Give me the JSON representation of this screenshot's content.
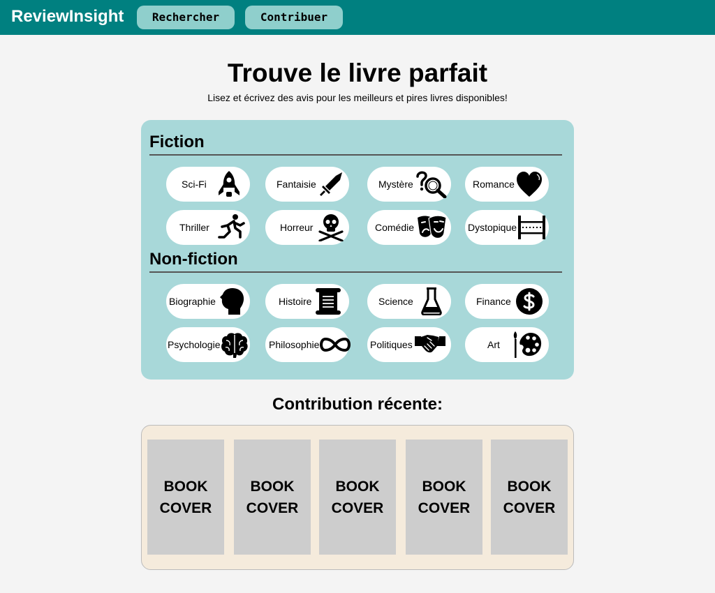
{
  "header": {
    "brand": "ReviewInsight",
    "nav": [
      {
        "label": "Rechercher"
      },
      {
        "label": "Contribuer"
      }
    ]
  },
  "hero": {
    "title": "Trouve le livre parfait",
    "subtitle": "Lisez et écrivez des avis pour les meilleurs et pires livres disponibles!"
  },
  "genres": {
    "fiction": {
      "title": "Fiction",
      "items": [
        {
          "label": "Sci-Fi",
          "icon": "rocket-icon"
        },
        {
          "label": "Fantaisie",
          "icon": "sword-icon"
        },
        {
          "label": "Mystère",
          "icon": "magnifier-question-icon"
        },
        {
          "label": "Romance",
          "icon": "heart-icon"
        },
        {
          "label": "Thriller",
          "icon": "running-person-icon"
        },
        {
          "label": "Horreur",
          "icon": "skull-crossbones-icon"
        },
        {
          "label": "Comédie",
          "icon": "theater-masks-icon"
        },
        {
          "label": "Dystopique",
          "icon": "barrier-icon"
        }
      ]
    },
    "nonfiction": {
      "title": "Non-fiction",
      "items": [
        {
          "label": "Biographie",
          "icon": "head-silhouette-icon"
        },
        {
          "label": "Histoire",
          "icon": "scroll-icon"
        },
        {
          "label": "Science",
          "icon": "flask-icon"
        },
        {
          "label": "Finance",
          "icon": "dollar-coin-icon"
        },
        {
          "label": "Psychologie",
          "icon": "brain-icon"
        },
        {
          "label": "Philosophie",
          "icon": "infinity-icon"
        },
        {
          "label": "Politiques",
          "icon": "handshake-icon"
        },
        {
          "label": "Art",
          "icon": "palette-icon"
        }
      ]
    }
  },
  "recent": {
    "title": "Contribution récente:",
    "books": [
      {
        "cover_text": "BOOK COVER"
      },
      {
        "cover_text": "BOOK COVER"
      },
      {
        "cover_text": "BOOK COVER"
      },
      {
        "cover_text": "BOOK COVER"
      },
      {
        "cover_text": "BOOK COVER"
      }
    ]
  },
  "colors": {
    "header": "#008080",
    "nav_button": "#8fcfcc",
    "genre_panel": "#a8d8d9",
    "recent_panel": "#f5ebdc",
    "cover": "#cdcdcd"
  }
}
